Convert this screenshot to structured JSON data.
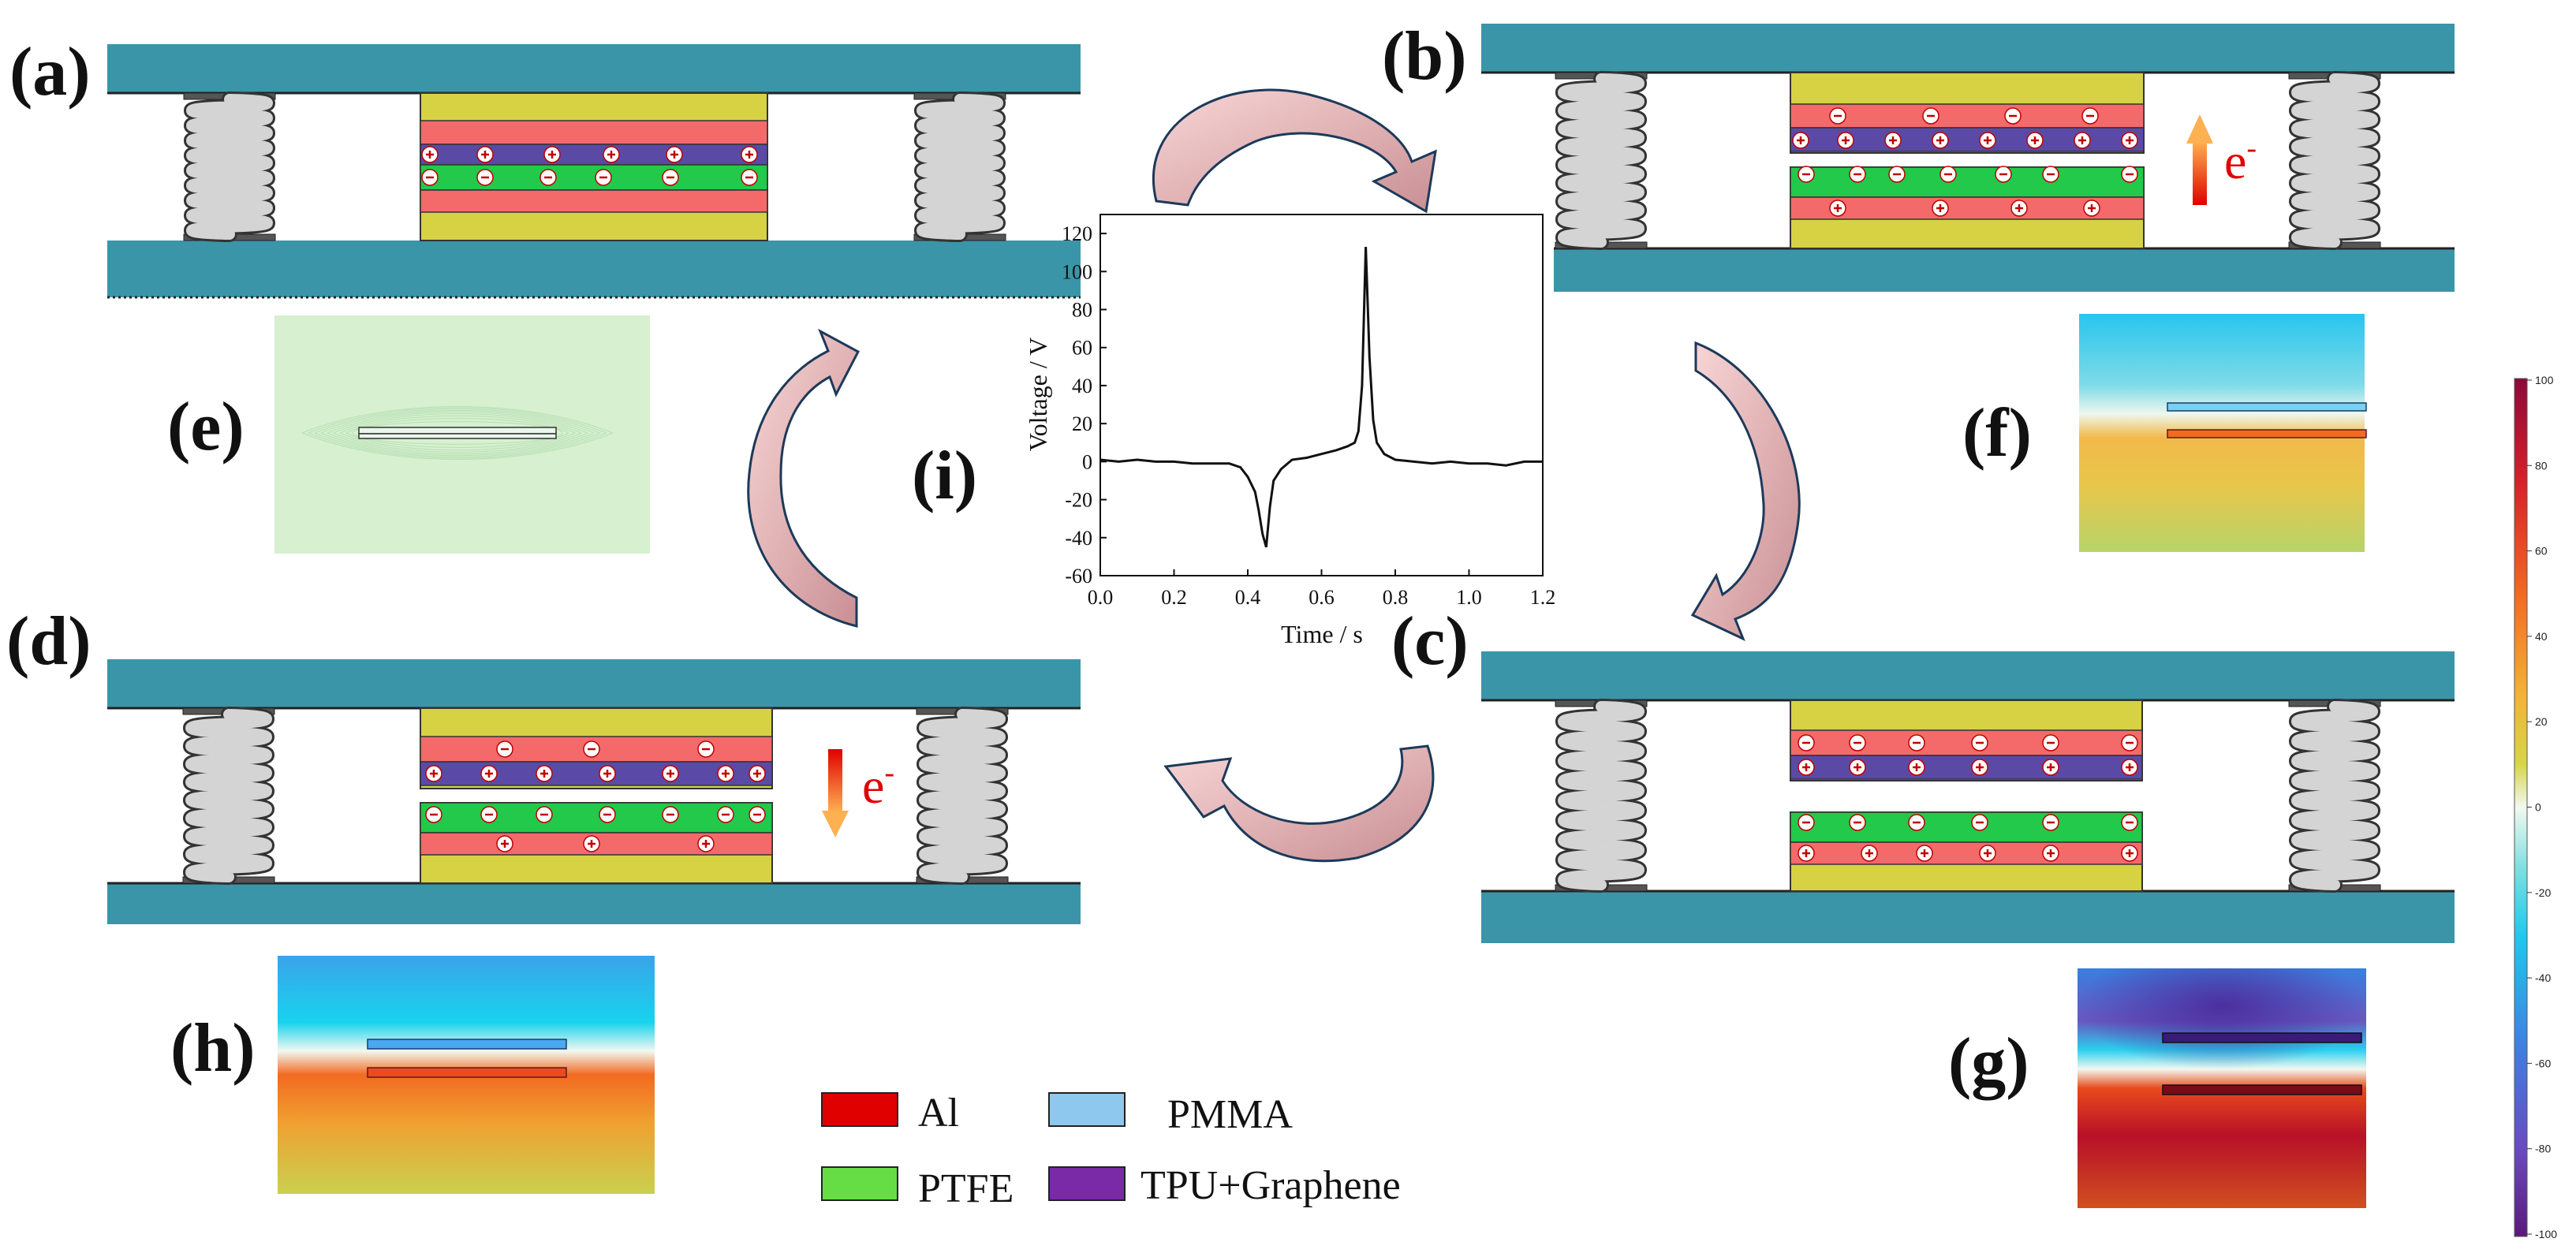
{
  "panels": {
    "a": "(a)",
    "b": "(b)",
    "c": "(c)",
    "d": "(d)",
    "e": "(e)",
    "f": "(f)",
    "g": "(g)",
    "h": "(h)",
    "i": "(i)"
  },
  "electron_label": "e",
  "electron_superscript": "-",
  "legend": [
    {
      "label": "Al",
      "color": "#e00000"
    },
    {
      "label": "PMMA",
      "color": "#8ec8ee"
    },
    {
      "label": "PTFE",
      "color": "#66dd44"
    },
    {
      "label": "TPU+Graphene",
      "color": "#7a2aa6"
    }
  ],
  "colors": {
    "plate": "#3b95a8",
    "block": "#d6d244",
    "al_layer": "#f46a6a",
    "ptfe_layer": "#22c94a",
    "tpu_layer": "#5a4aa6",
    "spring": "#c8c8c8",
    "arrow_fill": "#f4c6c8",
    "arrow_stroke": "#1c3a5a"
  },
  "colorbar": {
    "ticks": [
      "100",
      "80",
      "60",
      "40",
      "20",
      "0",
      "-20",
      "-40",
      "-60",
      "-80",
      "-100"
    ]
  },
  "chart_data": {
    "type": "line",
    "xlabel": "Time / s",
    "ylabel": "Voltage / V",
    "xlim": [
      0.0,
      1.2
    ],
    "ylim": [
      -60,
      130
    ],
    "xticks": [
      "0.0",
      "0.2",
      "0.4",
      "0.6",
      "0.8",
      "1.0",
      "1.2"
    ],
    "yticks": [
      "120",
      "100",
      "80",
      "60",
      "40",
      "20",
      "0",
      "-20",
      "-40",
      "-60"
    ],
    "grid": false,
    "series": [
      {
        "x": [
          0.0,
          0.05,
          0.1,
          0.15,
          0.2,
          0.25,
          0.3,
          0.35,
          0.38,
          0.4,
          0.42,
          0.43,
          0.44,
          0.45,
          0.46,
          0.47,
          0.49,
          0.52,
          0.56,
          0.6,
          0.64,
          0.67,
          0.69,
          0.7,
          0.71,
          0.72,
          0.73,
          0.74,
          0.75,
          0.77,
          0.8,
          0.85,
          0.9,
          0.95,
          1.0,
          1.05,
          1.1,
          1.15,
          1.2
        ],
        "y": [
          1,
          0,
          1,
          0,
          0,
          -1,
          -1,
          -1,
          -3,
          -8,
          -16,
          -26,
          -38,
          -45,
          -24,
          -10,
          -4,
          1,
          2,
          4,
          6,
          8,
          10,
          16,
          40,
          113,
          55,
          22,
          10,
          4,
          1,
          0,
          -1,
          0,
          -1,
          -1,
          -2,
          0,
          0
        ]
      }
    ]
  }
}
